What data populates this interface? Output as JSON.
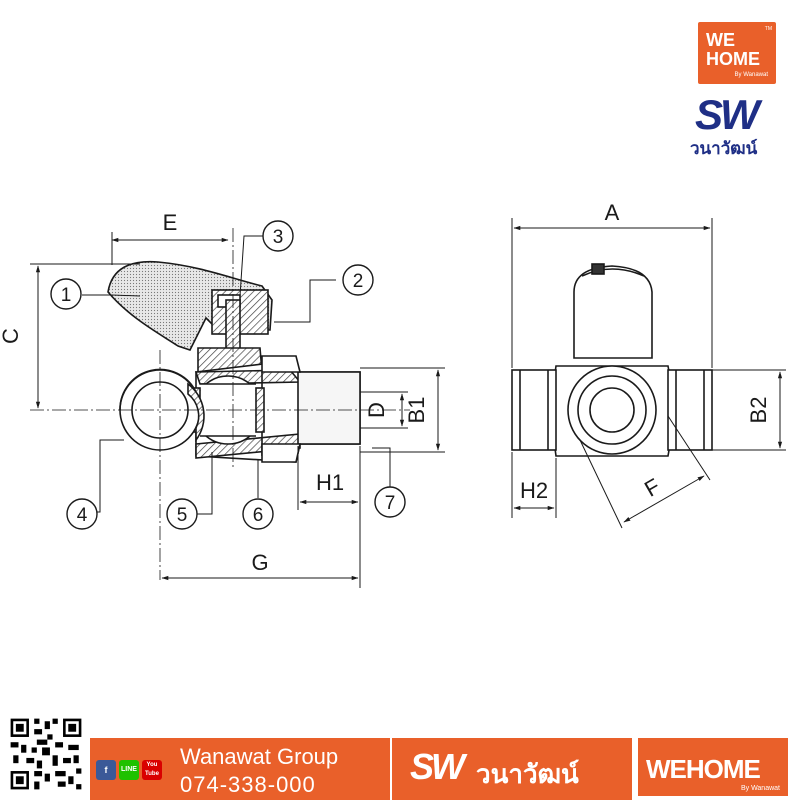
{
  "branding": {
    "wehome_we": "WE",
    "wehome_home": "HOME",
    "wehome_by": "By Wanawat",
    "wehome_tm": "TM",
    "sw_mark": "SW",
    "sw_name": "วนาวัฒน์"
  },
  "diagram": {
    "callouts": [
      "1",
      "2",
      "3",
      "4",
      "5",
      "6",
      "7"
    ],
    "dimensions": {
      "A": "A",
      "B1": "B1",
      "B2": "B2",
      "C": "C",
      "D": "D",
      "E": "E",
      "F": "F",
      "G": "G",
      "H1": "H1",
      "H2": "H2"
    },
    "colors": {
      "line": "#1a1a1a",
      "hatch": "#444444",
      "accent": "#e9602a",
      "brand_blue": "#1f2f86"
    }
  },
  "footer": {
    "social_icons": [
      "facebook-icon",
      "line-icon",
      "youtube-icon"
    ],
    "social_labels": [
      "f",
      "LINE",
      "You Tube"
    ],
    "company": "Wanawat Group",
    "phone": "074-338-000",
    "sw_mark": "SW",
    "sw_name": "วนาวัฒน์",
    "wehome": "WEHOME",
    "wehome_by": "By Wanawat"
  }
}
